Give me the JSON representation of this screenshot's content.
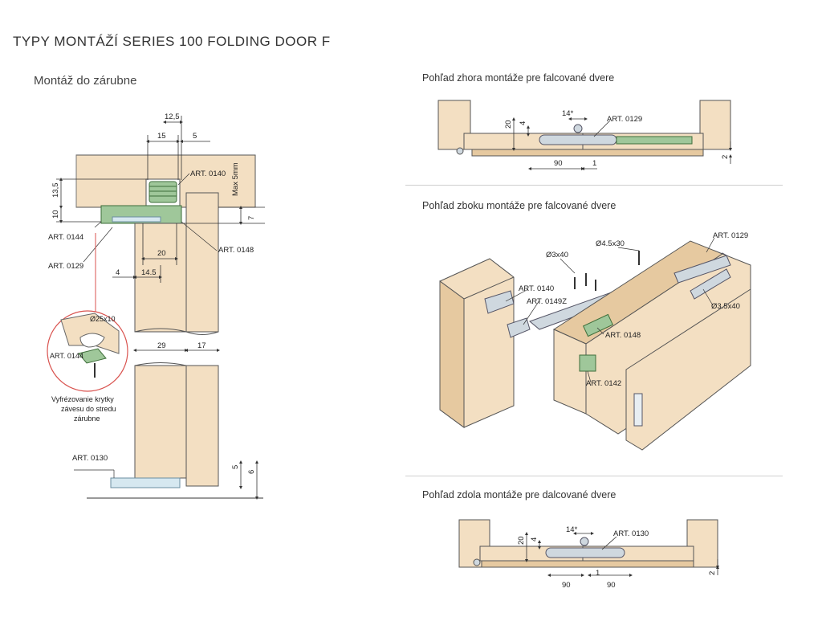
{
  "page": {
    "title": "TYPY MONTÁŽÍ SERIES 100 FOLDING DOOR F",
    "left_subtitle": "Montáž do zárubne"
  },
  "captions": {
    "top_view": "Pohľad zhora montáže pre falcované dvere",
    "side_view": "Pohľad zboku montáže pre falcované dvere",
    "bottom_view": "Pohľad zdola montáže pre dalcované dvere"
  },
  "left_diagram": {
    "dims": {
      "d12_5": "12,5",
      "d15": "15",
      "d5_top": "5",
      "d13_5": "13,5",
      "d10": "10",
      "max5": "Max 5mm",
      "d7": "7",
      "d20": "20",
      "d4": "4",
      "d14_5": "14.5",
      "d29": "29",
      "d17": "17",
      "d5_bottom": "5",
      "d6": "6"
    },
    "labels": {
      "art0140": "ART. 0140",
      "art0144": "ART. 0144",
      "art0129": "ART. 0129",
      "art0148": "ART. 0148",
      "art0130": "ART. 0130"
    },
    "detail": {
      "diameter": "Ø25x10",
      "art0144": "ART. 0144",
      "note_line1": "Vyfrézovanie krytky",
      "note_line2": "závesu do stredu",
      "note_line3": "zárubne"
    }
  },
  "top_view": {
    "dims": {
      "d20": "20",
      "d4": "4",
      "d14": "14*",
      "d90": "90",
      "d1": "1",
      "d2": "2"
    },
    "labels": {
      "art0129": "ART. 0129"
    }
  },
  "side_view": {
    "labels": {
      "d3x40": "Ø3x40",
      "d45x30": "Ø4.5x30",
      "art0129": "ART. 0129",
      "art0140": "ART. 0140",
      "art0149z": "ART. 0149Z",
      "art0148": "ART. 0148",
      "art0142": "ART. 0142",
      "d35x40": "Ø3.5x40"
    }
  },
  "bottom_view": {
    "dims": {
      "d20": "20",
      "d4": "4",
      "d14": "14*",
      "d90a": "90",
      "d1": "1",
      "d90b": "90",
      "d2": "2"
    },
    "labels": {
      "art0130": "ART. 0130"
    }
  },
  "colors": {
    "wood": "#f3dfc2",
    "wood_dark": "#e6c9a0",
    "green": "#9fc79a",
    "green_dark": "#5f9a5a",
    "steel": "#cfd8df",
    "leader_red": "#d9534f"
  }
}
